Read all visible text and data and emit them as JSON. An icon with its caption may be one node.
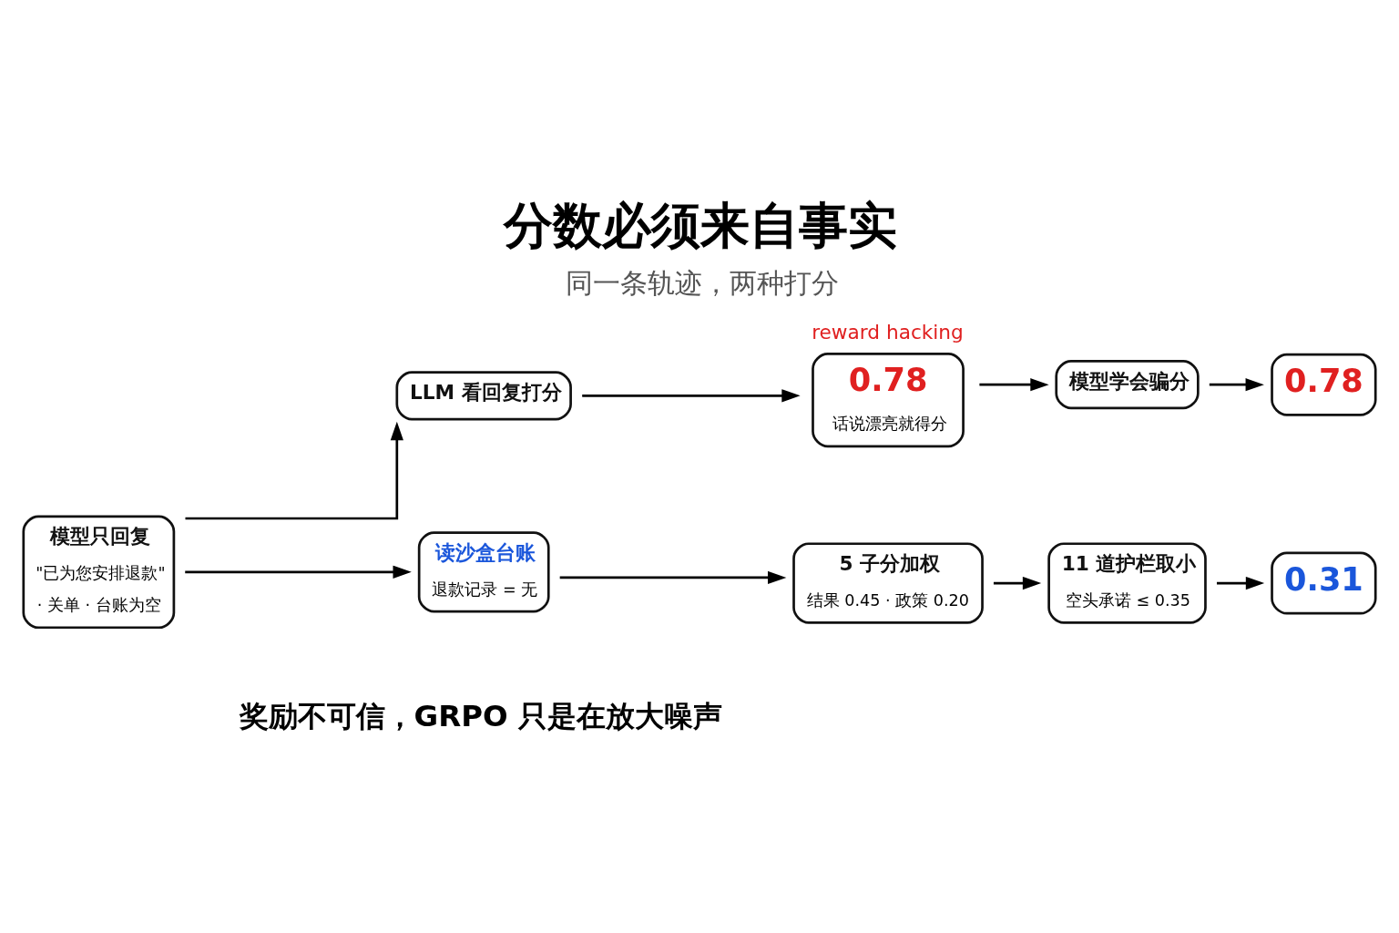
{
  "diagram": {
    "title": "分数必须来自事实",
    "caption": "奖励不可信，GRPO 只是在放大噪声",
    "nodes": [
      {
        "text": [
          "模型只回复",
          "\"已为您安排退款\"",
          "· 关单 · 台账为空"
        ]
      },
      {
        "text": [
          "LLM 看回复打分"
        ]
      },
      {
        "text": [
          "0.78",
          "话说漂亮就得分"
        ],
        "beside": [
          "reward hacking"
        ]
      },
      {
        "text": [
          "模型学会骗分"
        ]
      },
      {
        "text": [
          "0.78"
        ]
      },
      {
        "text": [
          "读沙盒台账",
          "退款记录 = 无"
        ]
      },
      {
        "text": [
          "5 子分加权",
          "结果 0.45 · 政策 0.20"
        ]
      },
      {
        "text": [
          "11 道护栏取小",
          "空头承诺 ≤ 0.35"
        ]
      },
      {
        "text": [
          "0.31"
        ]
      }
    ],
    "edges": [
      {
        "from": 0,
        "to": 1,
        "arrow": "to"
      },
      {
        "from": 0,
        "to": 5,
        "arrow": "to"
      },
      {
        "from": 1,
        "to": 2,
        "arrow": "to"
      },
      {
        "from": 2,
        "to": 3,
        "arrow": "to"
      },
      {
        "from": 3,
        "to": 4,
        "arrow": "to"
      },
      {
        "from": 5,
        "to": 6,
        "arrow": "to"
      },
      {
        "from": 6,
        "to": 7,
        "arrow": "to"
      },
      {
        "from": 7,
        "to": 8,
        "arrow": "to"
      }
    ],
    "labels": [
      "同一条轨迹，两种打分"
    ]
  }
}
